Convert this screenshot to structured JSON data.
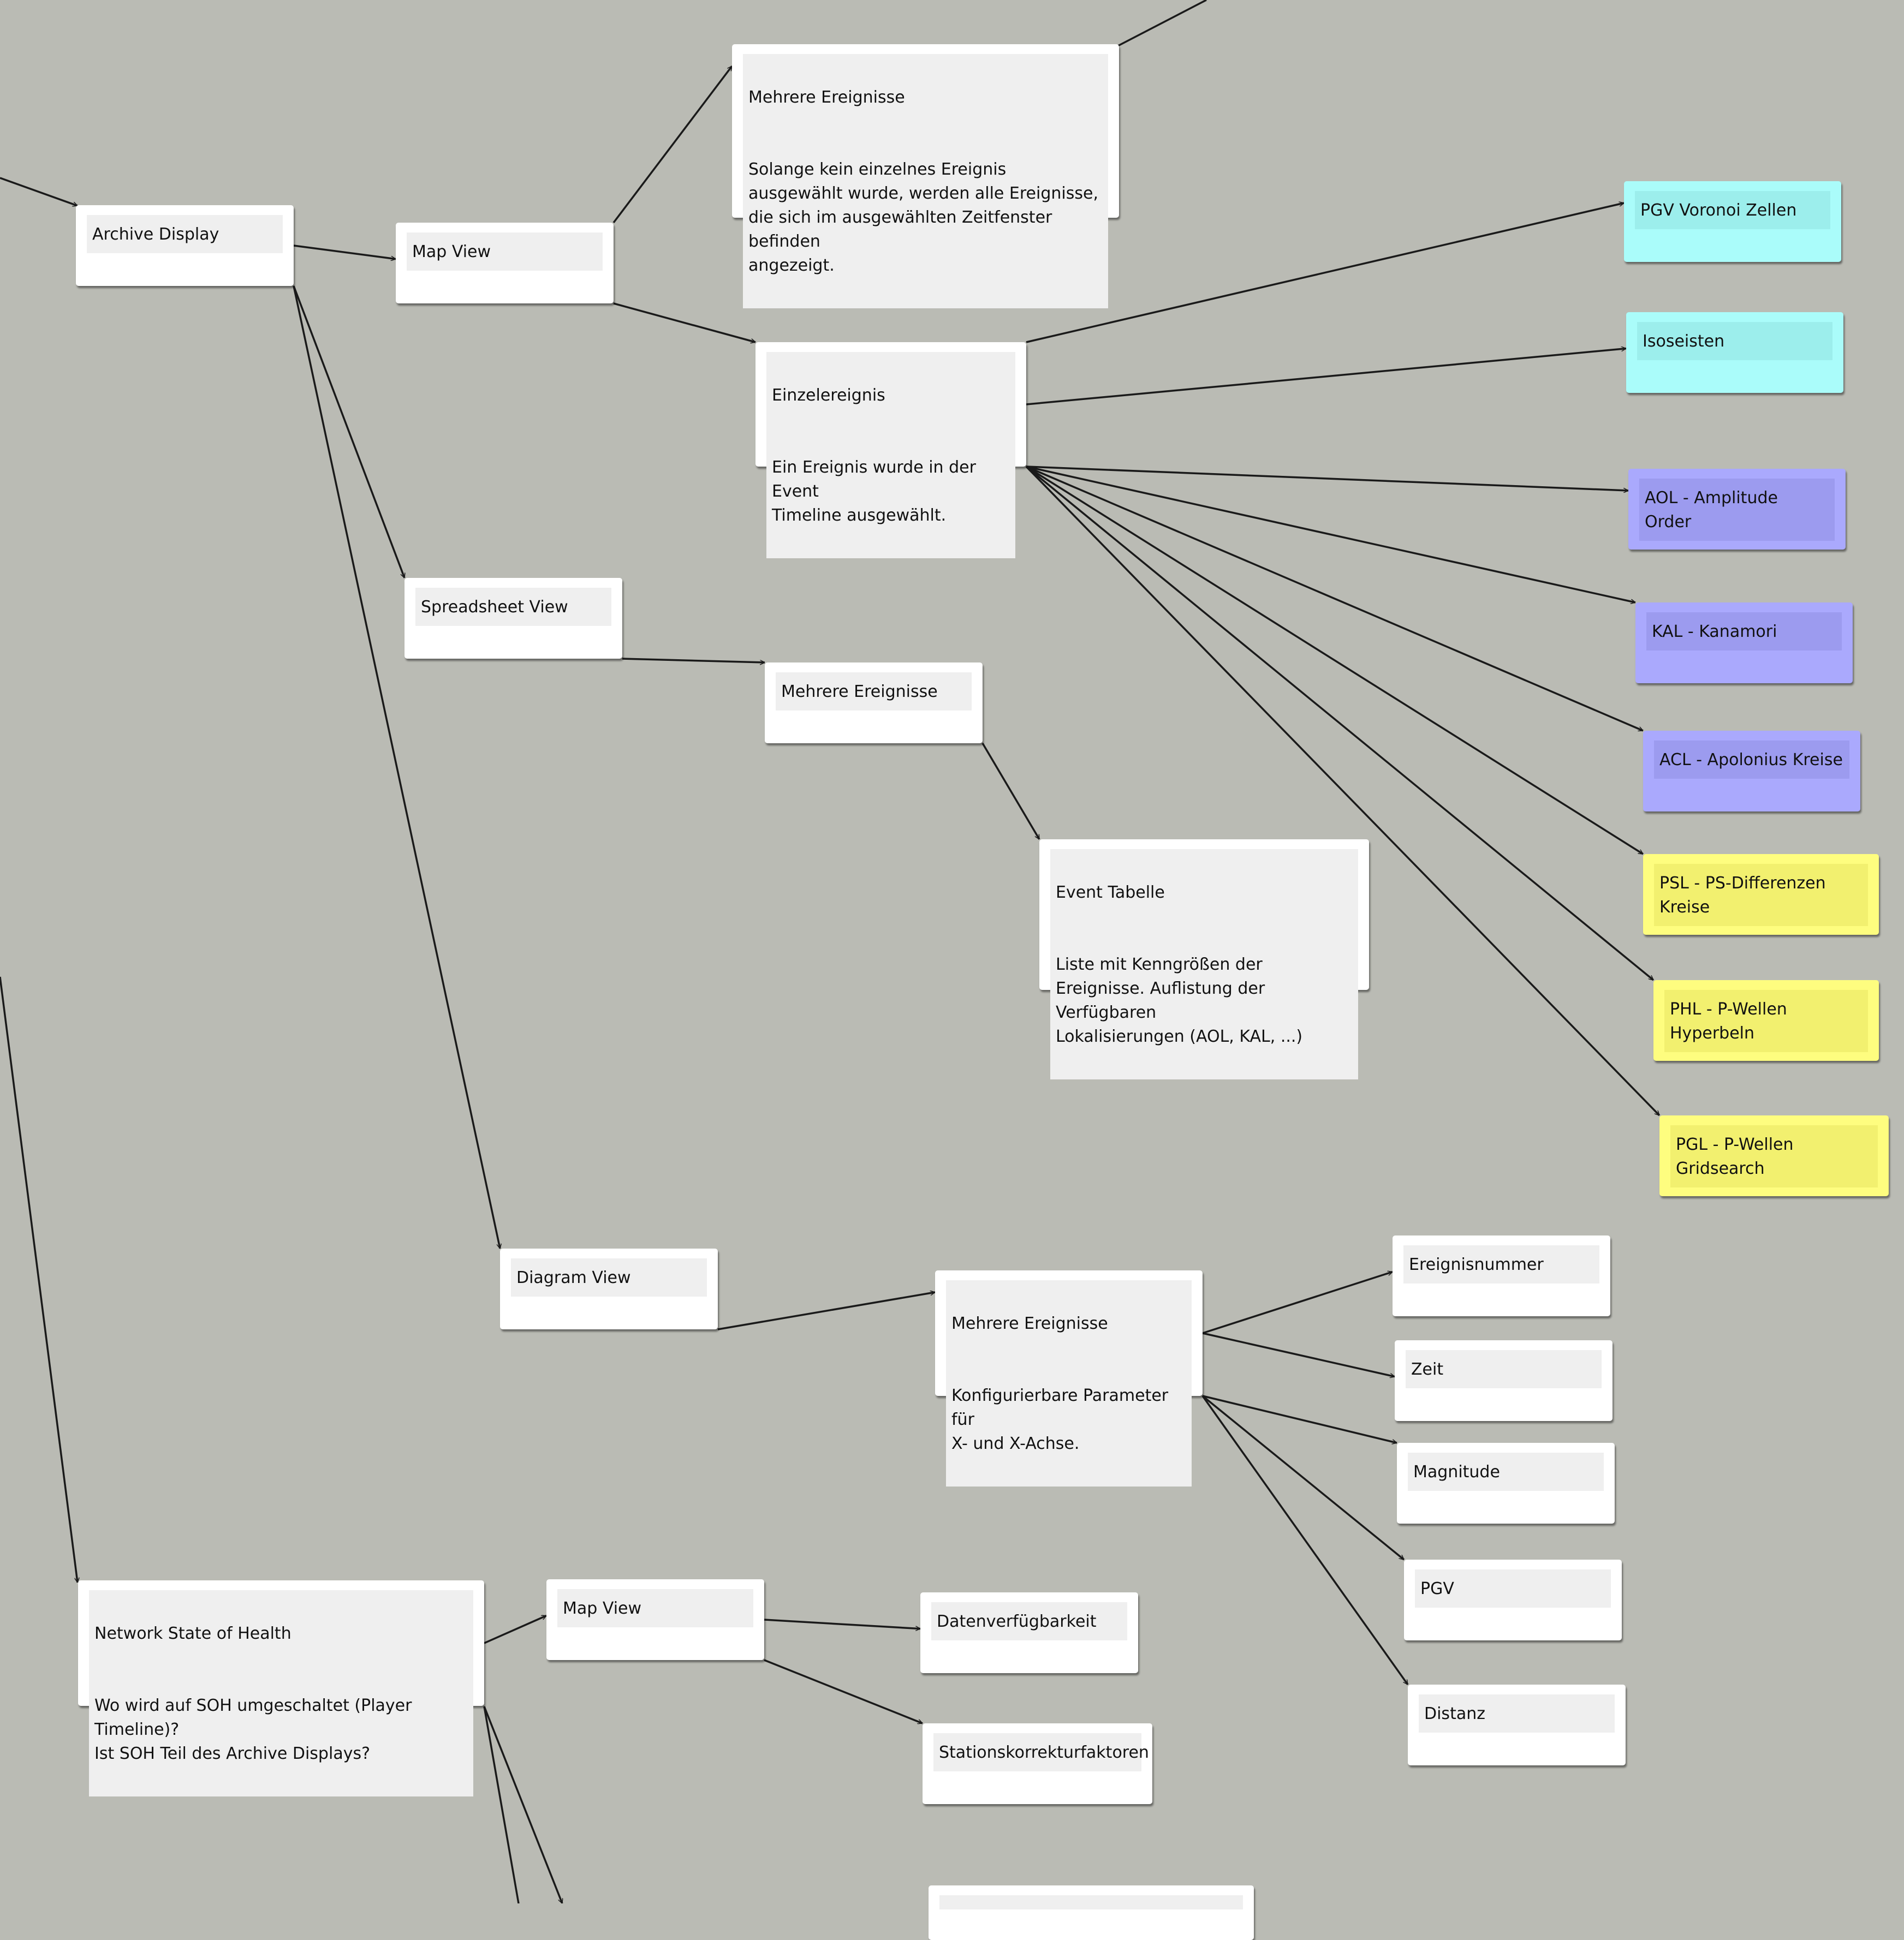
{
  "nodes": [
    {
      "id": "archive",
      "title": "Archive Display"
    },
    {
      "id": "map1",
      "title": "Map View"
    },
    {
      "id": "mehrere1",
      "title": "Mehrere Ereignisse",
      "desc": "Solange kein einzelnes Ereignis\nausgewählt wurde, werden alle Ereignisse,\ndie sich im ausgewählten Zeitfenster befinden\nangezeigt."
    },
    {
      "id": "einzel",
      "title": "Einzelereignis",
      "desc": "Ein Ereignis wurde in der Event\nTimeline ausgewählt."
    },
    {
      "id": "pgvvor",
      "title": "PGV Voronoi Zellen",
      "category": "cyan"
    },
    {
      "id": "iso",
      "title": "Isoseisten",
      "category": "cyan"
    },
    {
      "id": "aol",
      "title": "AOL - Amplitude Order",
      "category": "violet"
    },
    {
      "id": "kal",
      "title": "KAL - Kanamori",
      "category": "violet"
    },
    {
      "id": "acl",
      "title": "ACL - Apolonius Kreise",
      "category": "violet"
    },
    {
      "id": "psl",
      "title": "PSL - PS-Differenzen Kreise",
      "category": "yellow"
    },
    {
      "id": "phl",
      "title": "PHL - P-Wellen Hyperbeln",
      "category": "yellow"
    },
    {
      "id": "pgl",
      "title": "PGL - P-Wellen Gridsearch",
      "category": "yellow"
    },
    {
      "id": "spread",
      "title": "Spreadsheet View"
    },
    {
      "id": "mehrere2",
      "title": "Mehrere Ereignisse"
    },
    {
      "id": "event",
      "title": "Event Tabelle",
      "desc": "Liste mit Kenngrößen der\nEreignisse. Auflistung der Verfügbaren\nLokalisierungen (AOL, KAL, ...)"
    },
    {
      "id": "diagram",
      "title": "Diagram View"
    },
    {
      "id": "mehrere3",
      "title": "Mehrere Ereignisse",
      "desc": "Konfigurierbare Parameter für\nX- und X-Achse."
    },
    {
      "id": "ereignisnr",
      "title": "Ereignisnummer"
    },
    {
      "id": "zeit",
      "title": "Zeit"
    },
    {
      "id": "magnitude",
      "title": "Magnitude"
    },
    {
      "id": "pgv",
      "title": "PGV"
    },
    {
      "id": "distanz",
      "title": "Distanz"
    },
    {
      "id": "soh",
      "title": "Network State of Health",
      "desc": "Wo wird auf SOH umgeschaltet (Player Timeline)?\nIst SOH Teil des Archive Displays?"
    },
    {
      "id": "map2",
      "title": "Map View"
    },
    {
      "id": "daten",
      "title": "Datenverfügbarkeit"
    },
    {
      "id": "station",
      "title": "Stationskorrekturfaktoren"
    },
    {
      "id": "partial",
      "title": ""
    }
  ],
  "edges": [
    [
      "archive",
      "map1"
    ],
    [
      "map1",
      "mehrere1"
    ],
    [
      "map1",
      "einzel"
    ],
    [
      "einzel",
      "pgvvor"
    ],
    [
      "einzel",
      "iso"
    ],
    [
      "einzel",
      "aol"
    ],
    [
      "einzel",
      "kal"
    ],
    [
      "einzel",
      "acl"
    ],
    [
      "einzel",
      "psl"
    ],
    [
      "einzel",
      "phl"
    ],
    [
      "einzel",
      "pgl"
    ],
    [
      "archive",
      "spread"
    ],
    [
      "spread",
      "mehrere2"
    ],
    [
      "mehrere2",
      "event"
    ],
    [
      "archive",
      "diagram"
    ],
    [
      "diagram",
      "mehrere3"
    ],
    [
      "mehrere3",
      "ereignisnr"
    ],
    [
      "mehrere3",
      "zeit"
    ],
    [
      "mehrere3",
      "magnitude"
    ],
    [
      "mehrere3",
      "pgv"
    ],
    [
      "mehrere3",
      "distanz"
    ],
    [
      "soh",
      "map2"
    ],
    [
      "map2",
      "daten"
    ],
    [
      "map2",
      "station"
    ]
  ],
  "colors": {
    "background": "#babbb4",
    "cyan": "#aafcfa",
    "violet": "#aaa9fd",
    "yellow": "#fefd7f",
    "edge": "#1a1a1a"
  }
}
